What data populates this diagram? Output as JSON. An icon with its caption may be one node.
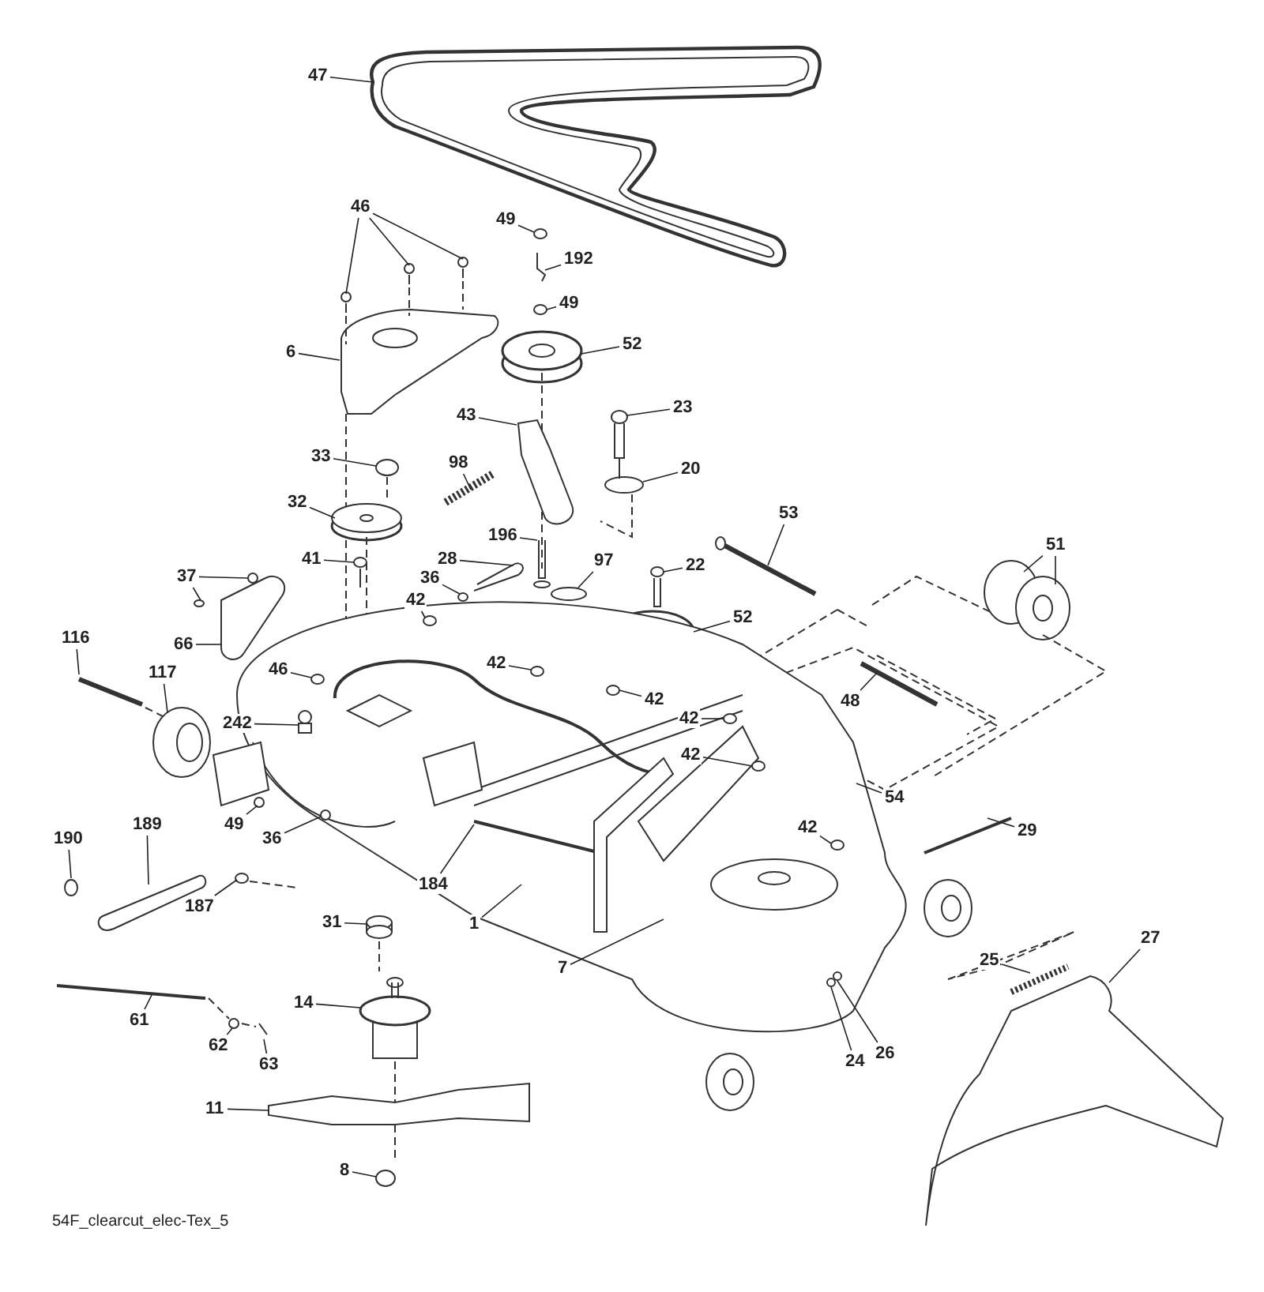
{
  "diagram": {
    "caption": "54F_clearcut_elec-Tex_5",
    "nodes": [
      {
        "text": [
          "47"
        ]
      },
      {
        "text": [
          "46"
        ]
      },
      {
        "text": [
          "49"
        ]
      },
      {
        "text": [
          "192"
        ]
      },
      {
        "text": [
          "49"
        ]
      },
      {
        "text": [
          "6"
        ]
      },
      {
        "text": [
          "52"
        ]
      },
      {
        "text": [
          "43"
        ]
      },
      {
        "text": [
          "23"
        ]
      },
      {
        "text": [
          "20"
        ]
      },
      {
        "text": [
          "33"
        ]
      },
      {
        "text": [
          "98"
        ]
      },
      {
        "text": [
          "32"
        ]
      },
      {
        "text": [
          "41"
        ]
      },
      {
        "text": [
          "53"
        ]
      },
      {
        "text": [
          "51"
        ]
      },
      {
        "text": [
          "196"
        ]
      },
      {
        "text": [
          "28"
        ]
      },
      {
        "text": [
          "97"
        ]
      },
      {
        "text": [
          "22"
        ]
      },
      {
        "text": [
          "36"
        ]
      },
      {
        "text": [
          "37"
        ]
      },
      {
        "text": [
          "42"
        ]
      },
      {
        "text": [
          "52"
        ]
      },
      {
        "text": [
          "66"
        ]
      },
      {
        "text": [
          "116"
        ]
      },
      {
        "text": [
          "117"
        ]
      },
      {
        "text": [
          "42"
        ]
      },
      {
        "text": [
          "42"
        ]
      },
      {
        "text": [
          "46"
        ]
      },
      {
        "text": [
          "242"
        ]
      },
      {
        "text": [
          "42"
        ]
      },
      {
        "text": [
          "48"
        ]
      },
      {
        "text": [
          "42"
        ]
      },
      {
        "text": [
          "54"
        ]
      },
      {
        "text": [
          "49"
        ]
      },
      {
        "text": [
          "36"
        ]
      },
      {
        "text": [
          "190"
        ]
      },
      {
        "text": [
          "189"
        ]
      },
      {
        "text": [
          "187"
        ]
      },
      {
        "text": [
          "184"
        ]
      },
      {
        "text": [
          "1"
        ]
      },
      {
        "text": [
          "42"
        ]
      },
      {
        "text": [
          "29"
        ]
      },
      {
        "text": [
          "31"
        ]
      },
      {
        "text": [
          "7"
        ]
      },
      {
        "text": [
          "25"
        ]
      },
      {
        "text": [
          "27"
        ]
      },
      {
        "text": [
          "14"
        ]
      },
      {
        "text": [
          "61"
        ]
      },
      {
        "text": [
          "62"
        ]
      },
      {
        "text": [
          "63"
        ]
      },
      {
        "text": [
          "24"
        ]
      },
      {
        "text": [
          "26"
        ]
      },
      {
        "text": [
          "11"
        ]
      },
      {
        "text": [
          "8"
        ]
      }
    ],
    "edges": [
      {
        "from": 0,
        "to": null,
        "arrow": "none"
      },
      {
        "from": 1,
        "to": null,
        "arrow": "none"
      },
      {
        "from": 1,
        "to": null,
        "arrow": "none"
      },
      {
        "from": 1,
        "to": null,
        "arrow": "none"
      },
      {
        "from": 2,
        "to": null,
        "arrow": "none"
      },
      {
        "from": 3,
        "to": null,
        "arrow": "none"
      },
      {
        "from": 4,
        "to": null,
        "arrow": "none"
      },
      {
        "from": 5,
        "to": null,
        "arrow": "none"
      },
      {
        "from": 6,
        "to": null,
        "arrow": "none"
      },
      {
        "from": 7,
        "to": null,
        "arrow": "none"
      },
      {
        "from": 8,
        "to": null,
        "arrow": "none"
      },
      {
        "from": 9,
        "to": null,
        "arrow": "none"
      },
      {
        "from": 10,
        "to": null,
        "arrow": "none"
      },
      {
        "from": 11,
        "to": null,
        "arrow": "none"
      },
      {
        "from": 12,
        "to": null,
        "arrow": "none"
      },
      {
        "from": 13,
        "to": null,
        "arrow": "none"
      },
      {
        "from": 14,
        "to": null,
        "arrow": "none"
      },
      {
        "from": 15,
        "to": null,
        "arrow": "none"
      },
      {
        "from": 15,
        "to": null,
        "arrow": "none"
      },
      {
        "from": 16,
        "to": null,
        "arrow": "none"
      },
      {
        "from": 17,
        "to": null,
        "arrow": "none"
      },
      {
        "from": 18,
        "to": null,
        "arrow": "none"
      },
      {
        "from": 19,
        "to": null,
        "arrow": "none"
      },
      {
        "from": 20,
        "to": null,
        "arrow": "none"
      },
      {
        "from": 21,
        "to": null,
        "arrow": "none"
      },
      {
        "from": 21,
        "to": null,
        "arrow": "none"
      },
      {
        "from": 22,
        "to": null,
        "arrow": "none"
      },
      {
        "from": 23,
        "to": null,
        "arrow": "none"
      },
      {
        "from": 24,
        "to": null,
        "arrow": "none"
      },
      {
        "from": 25,
        "to": null,
        "arrow": "none"
      },
      {
        "from": 26,
        "to": null,
        "arrow": "none"
      },
      {
        "from": 27,
        "to": null,
        "arrow": "none"
      },
      {
        "from": 28,
        "to": null,
        "arrow": "none"
      },
      {
        "from": 29,
        "to": null,
        "arrow": "none"
      },
      {
        "from": 30,
        "to": null,
        "arrow": "none"
      },
      {
        "from": 31,
        "to": null,
        "arrow": "none"
      },
      {
        "from": 32,
        "to": null,
        "arrow": "none"
      },
      {
        "from": 33,
        "to": null,
        "arrow": "none"
      },
      {
        "from": 34,
        "to": null,
        "arrow": "none"
      },
      {
        "from": 35,
        "to": null,
        "arrow": "none"
      },
      {
        "from": 36,
        "to": null,
        "arrow": "none"
      },
      {
        "from": 37,
        "to": null,
        "arrow": "none"
      },
      {
        "from": 38,
        "to": null,
        "arrow": "none"
      },
      {
        "from": 39,
        "to": null,
        "arrow": "none"
      },
      {
        "from": 40,
        "to": null,
        "arrow": "none"
      },
      {
        "from": 41,
        "to": null,
        "arrow": "none"
      },
      {
        "from": 42,
        "to": null,
        "arrow": "none"
      },
      {
        "from": 43,
        "to": null,
        "arrow": "none"
      },
      {
        "from": 44,
        "to": null,
        "arrow": "none"
      },
      {
        "from": 45,
        "to": null,
        "arrow": "none"
      },
      {
        "from": 46,
        "to": null,
        "arrow": "none"
      },
      {
        "from": 47,
        "to": null,
        "arrow": "none"
      },
      {
        "from": 48,
        "to": null,
        "arrow": "none"
      },
      {
        "from": 49,
        "to": null,
        "arrow": "none"
      },
      {
        "from": 50,
        "to": null,
        "arrow": "none"
      },
      {
        "from": 51,
        "to": null,
        "arrow": "none"
      },
      {
        "from": 52,
        "to": null,
        "arrow": "none"
      },
      {
        "from": 53,
        "to": null,
        "arrow": "none"
      },
      {
        "from": 54,
        "to": null,
        "arrow": "none"
      },
      {
        "from": 55,
        "to": null,
        "arrow": "none"
      }
    ]
  }
}
